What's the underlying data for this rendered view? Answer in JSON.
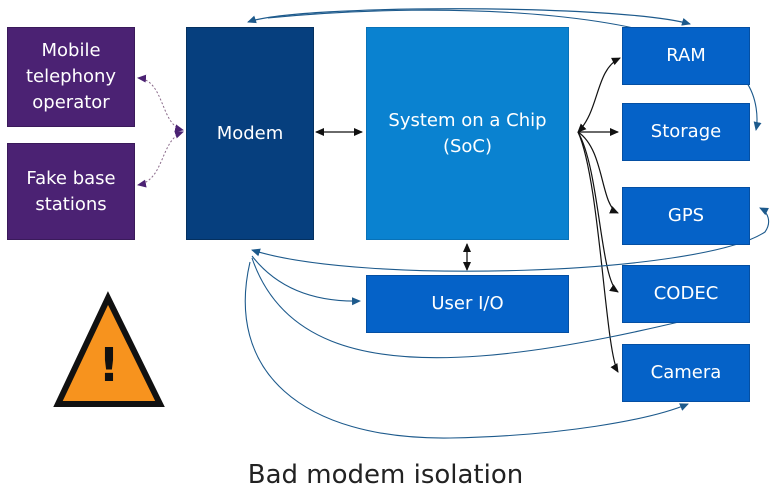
{
  "diagram": {
    "operator": "Mobile\ntelephony\noperator",
    "fake_base": "Fake base\nstations",
    "modem": "Modem",
    "soc": "System on a Chip\n(SoC)",
    "user_io": "User I/O",
    "ram": "RAM",
    "storage": "Storage",
    "gps": "GPS",
    "codec": "CODEC",
    "camera": "Camera",
    "warning_symbol": "!",
    "caption": "Bad modem isolation"
  },
  "colors": {
    "operator": "#4b2273",
    "modem": "#063f7e",
    "soc": "#0a82d0",
    "peripheral": "#0562c8",
    "link_modem": "#1d5a8c",
    "link_soc": "#111111",
    "link_radio": "#8a6a8a",
    "warning_fill": "#f7931e"
  },
  "icons": [
    "warning-triangle-icon"
  ]
}
